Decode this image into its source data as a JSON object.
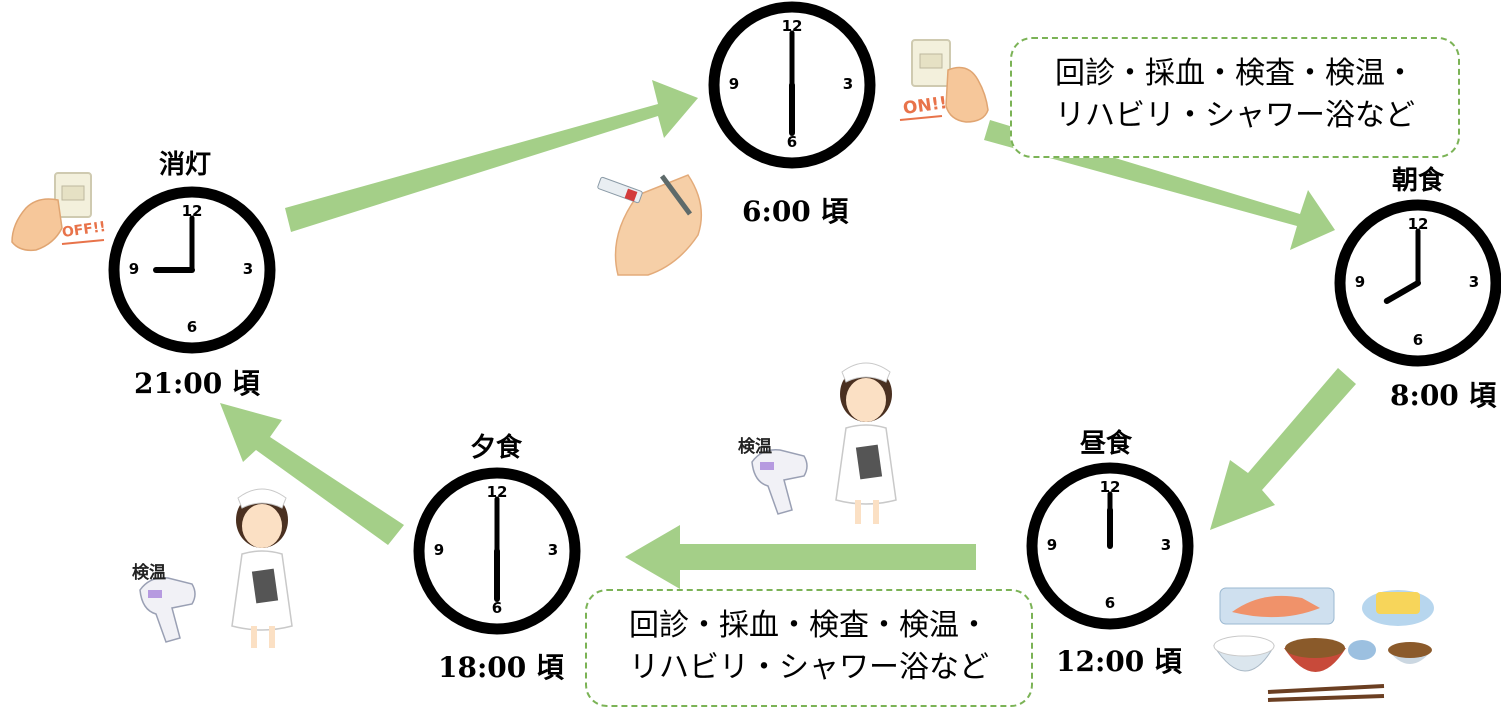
{
  "colors": {
    "arrow": "#a4cf88",
    "bubble_border": "#7bb356",
    "clock": "#000000"
  },
  "clock_numbers": [
    "12",
    "3",
    "6",
    "9"
  ],
  "clocks": [
    {
      "id": "wake",
      "time_label": "6:00 頃",
      "meal_label": "",
      "hour": 6
    },
    {
      "id": "breakfast",
      "time_label": "8:00 頃",
      "meal_label": "朝食",
      "hour": 8
    },
    {
      "id": "lunch",
      "time_label": "12:00 頃",
      "meal_label": "昼食",
      "hour": 12
    },
    {
      "id": "dinner",
      "time_label": "18:00 頃",
      "meal_label": "夕食",
      "hour": 18
    },
    {
      "id": "lights-out",
      "time_label": "21:00 頃",
      "meal_label": "消灯",
      "hour": 21
    }
  ],
  "activities": {
    "morning": {
      "line1": "回診・採血・検査・検温・",
      "line2": "リハビリ・シャワー浴など"
    },
    "afternoon": {
      "line1": "回診・採血・検査・検温・",
      "line2": "リハビリ・シャワー浴など"
    }
  },
  "illustrations": {
    "switch_on_label": "ON!!",
    "switch_off_label": "OFF!!",
    "thermometer_label_1": "検温",
    "thermometer_label_2": "検温"
  }
}
